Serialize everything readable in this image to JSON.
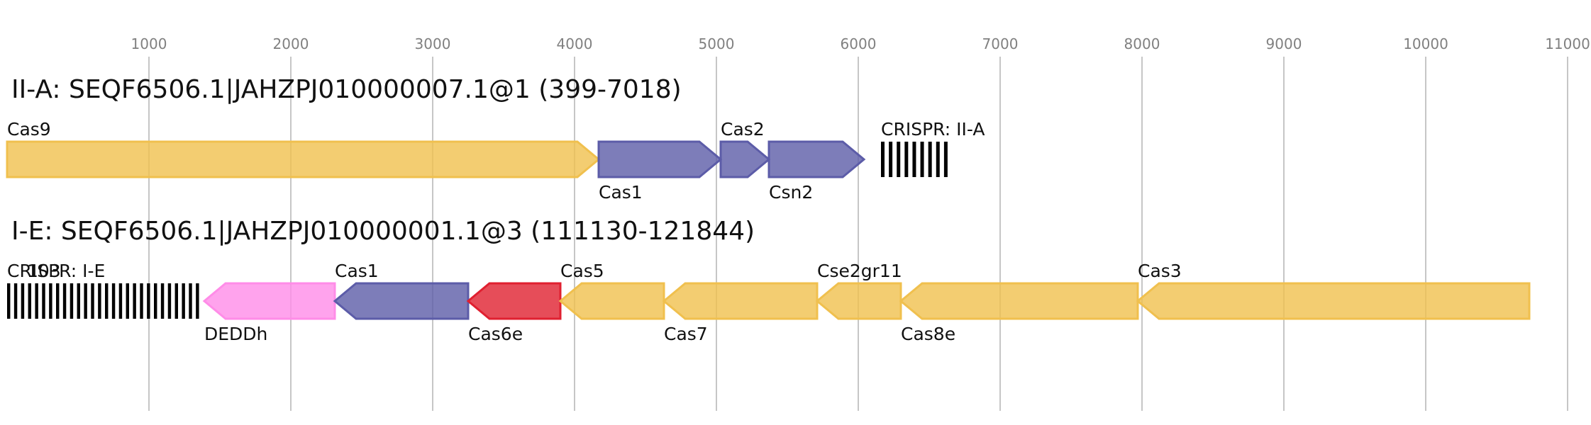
{
  "axis": {
    "ticks": [
      "1000",
      "2000",
      "3000",
      "4000",
      "5000",
      "6000",
      "7000",
      "8000",
      "9000",
      "10000",
      "11000"
    ]
  },
  "colors": {
    "yellow": "#f0c04e",
    "blue": "#5c5ca8",
    "pink": "#ff8ce8",
    "red": "#e02030",
    "black": "#000000"
  },
  "tracks": [
    {
      "title": "II-A: SEQF6506.1|JAHZPJ010000007.1@1 (399-7018)",
      "genes": [
        {
          "name": "Cas9",
          "start": 0,
          "end": 4170,
          "strand": "+",
          "color": "yellow",
          "label_pos": "above"
        },
        {
          "name": "Cas1",
          "start": 4170,
          "end": 5030,
          "strand": "+",
          "color": "blue",
          "label_pos": "below"
        },
        {
          "name": "Cas2",
          "start": 5030,
          "end": 5370,
          "strand": "+",
          "color": "blue",
          "label_pos": "above"
        },
        {
          "name": "Csn2",
          "start": 5370,
          "end": 6040,
          "strand": "+",
          "color": "blue",
          "label_pos": "below"
        }
      ],
      "crispr": {
        "name": "CRISPR: II-A",
        "start": 6160,
        "end": 6660,
        "repeats": 9
      }
    },
    {
      "title": "I-E: SEQF6506.1|JAHZPJ010000001.1@3 (111130-121844)",
      "crispr": {
        "name": "CRISPR: I-E",
        "overlap_label": "103",
        "start": 0,
        "end": 1380,
        "repeats": 28
      },
      "genes": [
        {
          "name": "DEDDh",
          "start": 1390,
          "end": 2310,
          "strand": "-",
          "color": "pink",
          "label_pos": "below"
        },
        {
          "name": "Cas1",
          "start": 2310,
          "end": 3250,
          "strand": "-",
          "color": "blue",
          "label_pos": "above"
        },
        {
          "name": "Cas6e",
          "start": 3250,
          "end": 3900,
          "strand": "-",
          "color": "red",
          "label_pos": "below"
        },
        {
          "name": "Cas5",
          "start": 3900,
          "end": 4630,
          "strand": "-",
          "color": "yellow",
          "label_pos": "above"
        },
        {
          "name": "Cas7",
          "start": 4630,
          "end": 5710,
          "strand": "-",
          "color": "yellow",
          "label_pos": "below"
        },
        {
          "name": "Cse2gr11",
          "start": 5710,
          "end": 6300,
          "strand": "-",
          "color": "yellow",
          "label_pos": "above"
        },
        {
          "name": "Cas8e",
          "start": 6300,
          "end": 7970,
          "strand": "-",
          "color": "yellow",
          "label_pos": "below"
        },
        {
          "name": "Cas3",
          "start": 7970,
          "end": 10730,
          "strand": "-",
          "color": "yellow",
          "label_pos": "above"
        }
      ]
    }
  ]
}
